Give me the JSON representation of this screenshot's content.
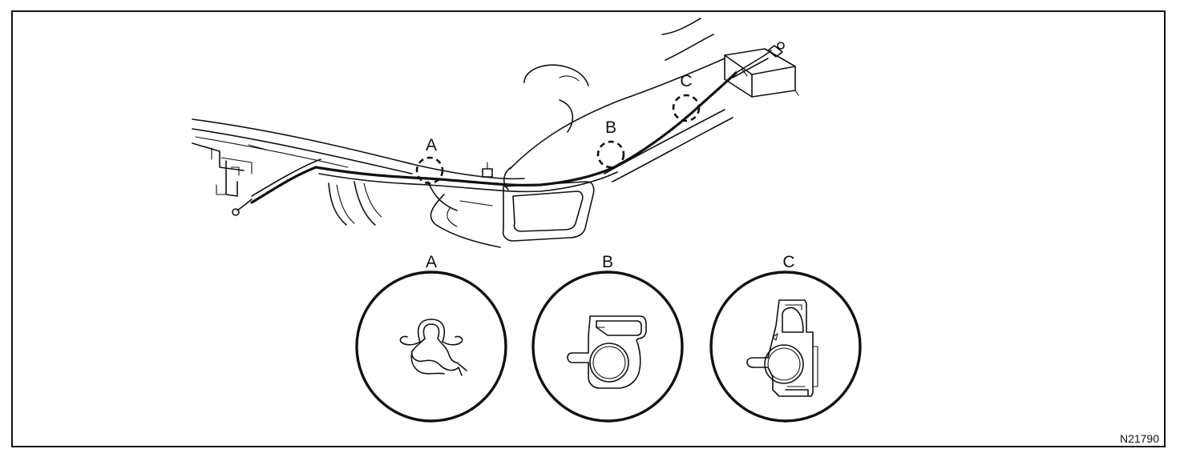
{
  "callouts": {
    "a": "A",
    "b": "B",
    "c": "C"
  },
  "details": [
    {
      "label": "A",
      "icon": "wire-clip-icon"
    },
    {
      "label": "B",
      "icon": "cable-clamp-icon"
    },
    {
      "label": "C",
      "icon": "cable-bracket-clamp-icon"
    }
  ],
  "figure_code": "N21790"
}
